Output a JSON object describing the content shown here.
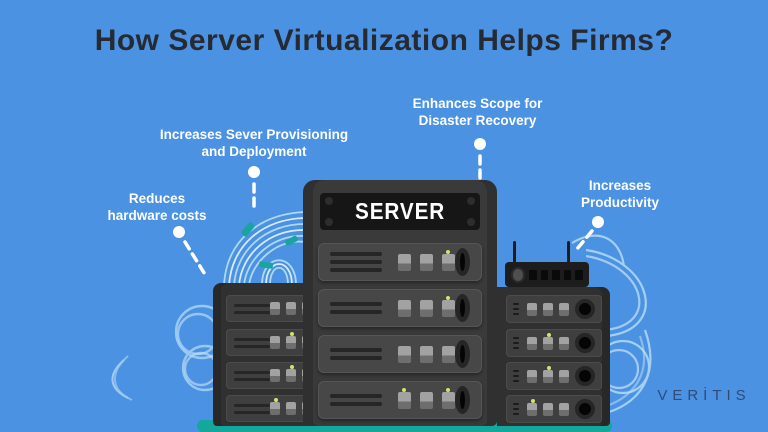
{
  "title": "How Server Virtualization Helps Firms?",
  "server": {
    "label": "SERVER"
  },
  "callouts": [
    {
      "line1": "Increases Sever Provisioning",
      "line2": "and Deployment"
    },
    {
      "line1": "Reduces",
      "line2": "hardware costs"
    },
    {
      "line1": "Enhances Scope for",
      "line2": "Disaster Recovery"
    },
    {
      "line1": "Increases",
      "line2": "Productivity"
    }
  ],
  "brand": {
    "logo_text": "VERİTIS"
  },
  "colors": {
    "background": "#4b92e2",
    "title_text": "#262a33",
    "callout_text": "#ffffff",
    "platform_teal": "#14a79b",
    "cable_blue": "#b9e0f6",
    "cable_band_teal": "#14a79b",
    "tower_dark": "#303030",
    "tower_center": "#3a3a3a",
    "server_plate": "#161616",
    "logo_navy": "#2f4b79"
  }
}
